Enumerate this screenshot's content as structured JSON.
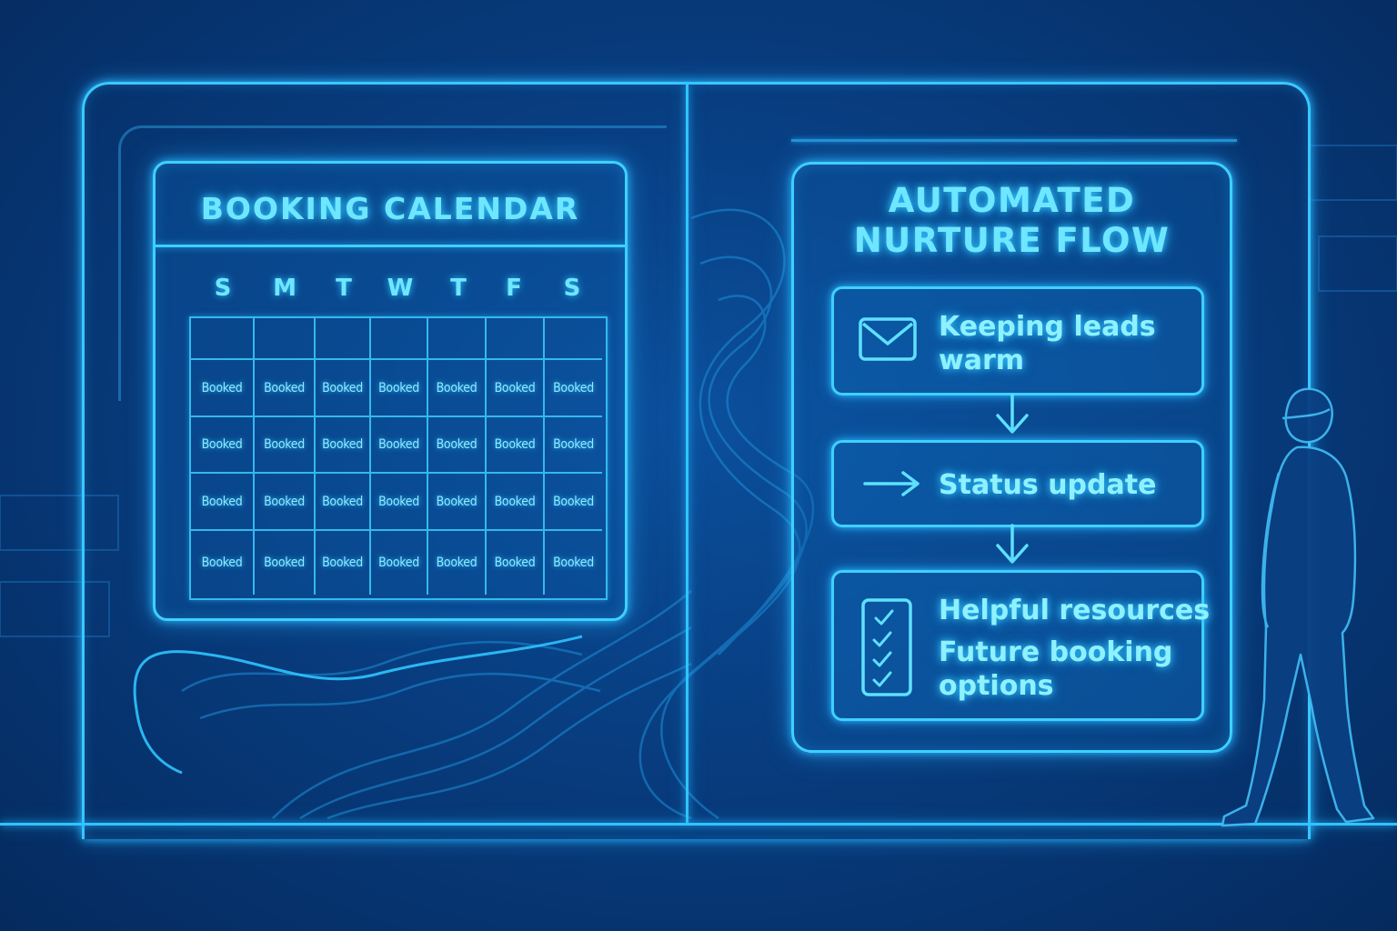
{
  "calendar": {
    "title": "BOOKING CALENDAR",
    "weekdays": [
      "S",
      "M",
      "T",
      "W",
      "T",
      "F",
      "S"
    ],
    "rows": [
      [
        "",
        "",
        "",
        "",
        "",
        "",
        ""
      ],
      [
        "Booked",
        "Booked",
        "Booked",
        "Booked",
        "Booked",
        "Booked",
        "Booked"
      ],
      [
        "Booked",
        "Booked",
        "Booked",
        "Booked",
        "Booked",
        "Booked",
        "Booked"
      ],
      [
        "Booked",
        "Booked",
        "Booked",
        "Booked",
        "Booked",
        "Booked",
        "Booked"
      ],
      [
        "Booked",
        "Booked",
        "Booked",
        "Booked",
        "Booked",
        "Booked",
        "Booked"
      ]
    ]
  },
  "flow": {
    "title_line1": "AUTOMATED",
    "title_line2": "NURTURE FLOW",
    "steps": [
      {
        "icon": "envelope-icon",
        "line1": "Keeping leads",
        "line2": "warm"
      },
      {
        "icon": "right-arrow-icon",
        "line1": "Status update"
      },
      {
        "icon": "checklist-icon",
        "line1": "Helpful resources",
        "line2": "Future booking",
        "line3": "options"
      }
    ]
  },
  "colors": {
    "background": "#083d80",
    "neon": "#3fd0ff",
    "text": "#6fe6ff"
  }
}
